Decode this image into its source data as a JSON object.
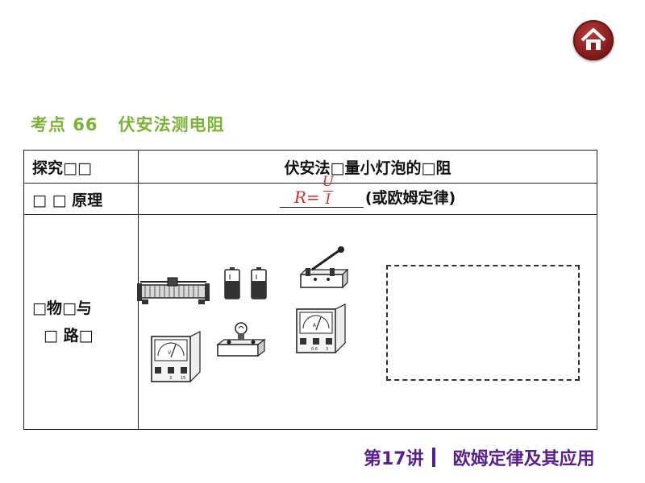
{
  "nav": {
    "home_icon": "home-icon"
  },
  "section": {
    "title": "考点 66   伏安法测电阻"
  },
  "table": {
    "row1": {
      "label": "探究□□",
      "content": "伏安法□量小灯泡的□阻"
    },
    "row2": {
      "label": "□ □ 原理",
      "formula_lhs": "R=",
      "formula_num": "U",
      "formula_den": "I",
      "suffix": "(或欧姆定律)"
    },
    "row3": {
      "label_line1": "□物□与",
      "label_line2": "□ 路□"
    }
  },
  "equipment": [
    "rheostat",
    "battery-1",
    "battery-2",
    "switch",
    "ammeter",
    "voltmeter",
    "bulb-on-base"
  ],
  "footer": {
    "lesson": "第17讲",
    "topic": "欧姆定律及其应用"
  },
  "colors": {
    "section_title": "#7ab335",
    "formula": "#d42b2b",
    "footer": "#5a1f8e",
    "home_button": "#8a1f1f"
  }
}
